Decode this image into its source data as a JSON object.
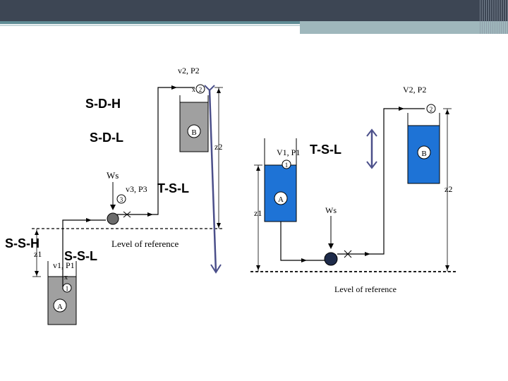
{
  "left": {
    "labels": {
      "sdh": "S-D-H",
      "sdl": "S-D-L",
      "tsl": "T-S-L",
      "ssh": "S-S-H",
      "ssl": "S-S-L"
    },
    "ws": "Ws",
    "reference": "Level of reference",
    "tank_a": "A",
    "tank_b": "B",
    "point1": "1",
    "point2": "2",
    "point3": "3",
    "v1p1": "v1, P1",
    "v2p2": "v2, P2",
    "v3p3": "v3, P3",
    "z1": "z1",
    "z2": "z2",
    "x1": "x",
    "x2": "x"
  },
  "right": {
    "tsl": "T-S-L",
    "ws": "Ws",
    "reference": "Level of reference",
    "tank_a": "A",
    "tank_b": "B",
    "point1": "1",
    "point2": "2",
    "v1p1": "V1, P1",
    "v2p2": "V2, P2",
    "z1": "z1",
    "z2": "z2"
  },
  "colors": {
    "water": "#1e73d6",
    "tank_gray": "#a0a0a0",
    "arrow_blue": "#4b4f8a",
    "header": "#3d4654"
  }
}
